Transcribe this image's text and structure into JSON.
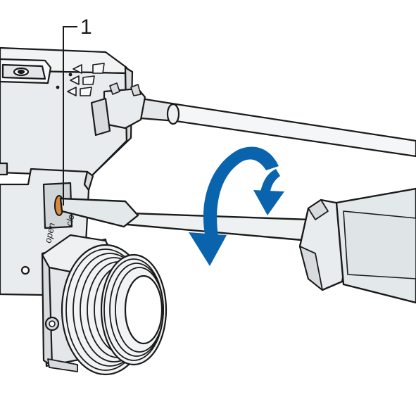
{
  "callouts": [
    {
      "number": "1"
    }
  ],
  "engravings": {
    "open": "open",
    "close": "clo"
  },
  "colors": {
    "outline": "#1a1a1a",
    "body_fill": "#e9ecee",
    "body_shade": "#d7dbde",
    "screwdriver_fill": "#e3e8ea",
    "rotation_arrow": "#0a64ad",
    "screw_highlight": "#d98a3c"
  },
  "icons": {
    "rotation": "curved-rotation-arrow-icon"
  }
}
